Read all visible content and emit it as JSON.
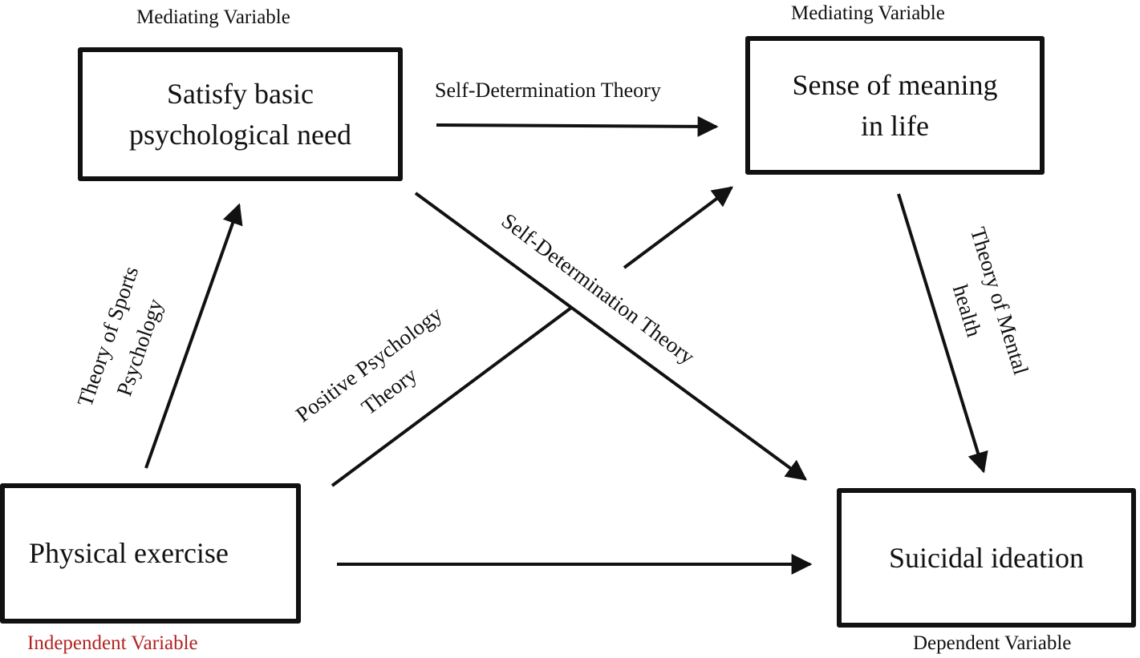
{
  "nodes": {
    "mediator1": {
      "label_line1": "Satisfy basic",
      "label_line2": "psychological need",
      "caption": "Mediating Variable"
    },
    "mediator2": {
      "label_line1": "Sense of meaning",
      "label_line2": "in life",
      "caption": "Mediating Variable"
    },
    "independent": {
      "label": "Physical exercise",
      "caption": "Independent Variable"
    },
    "dependent": {
      "label": "Suicidal ideation",
      "caption": "Dependent Variable"
    }
  },
  "edges": {
    "sports_psych": {
      "line1": "Theory of Sports",
      "line2": "Psychology"
    },
    "sdt_top": {
      "label": "Self-Determination Theory"
    },
    "sdt_diag": {
      "label": "Self-Determination Theory"
    },
    "positive_psych": {
      "line1": "Positive Psychology",
      "line2": "Theory"
    },
    "mental_health": {
      "line1": "Theory of Mental",
      "line2": "health"
    }
  },
  "colors": {
    "stroke": "#111111",
    "independent_caption": "#b22222"
  }
}
